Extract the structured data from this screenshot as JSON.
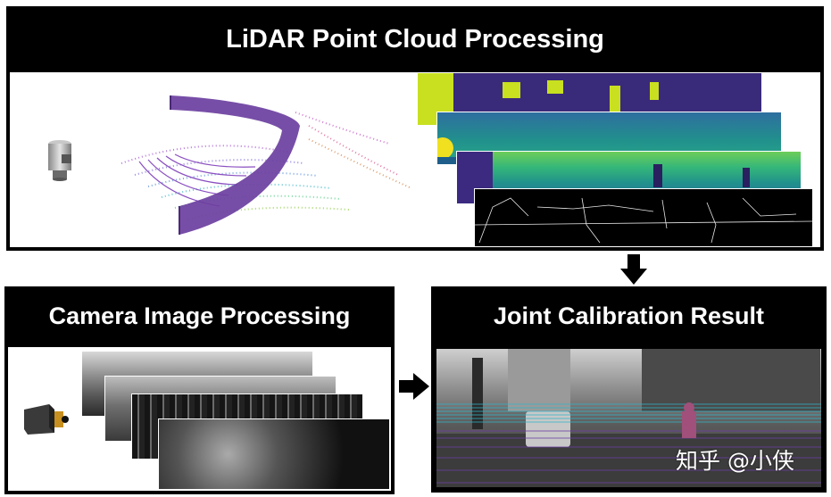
{
  "lidar_panel": {
    "title": "LiDAR Point Cloud Processing"
  },
  "camera_panel": {
    "title": "Camera Image Processing"
  },
  "result_panel": {
    "title": "Joint Calibration Result"
  },
  "watermark": "知乎 @小侠",
  "icons": {
    "lidar_sensor": "lidar-sensor-icon",
    "camera_sensor": "camera-sensor-icon",
    "down_arrow": "down-arrow-icon",
    "right_arrow": "right-arrow-icon"
  },
  "colors": {
    "panel_background": "#000000",
    "title_text": "#ffffff",
    "point_cloud_purple": "#6b3fa0",
    "depth_yellow": "#c8e020",
    "depth_teal": "#21918c",
    "lidar_points": "#2fb4c8"
  }
}
